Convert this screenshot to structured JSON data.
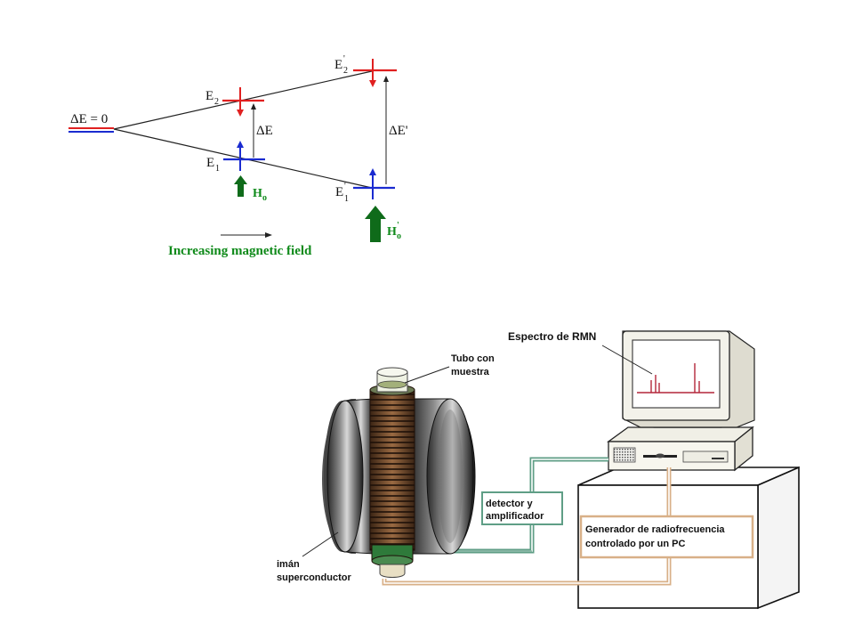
{
  "zeeman": {
    "delta_zero": "ΔE = 0",
    "e2": "E2",
    "e1": "E1",
    "e2_prime": "E'2",
    "e1_prime": "E'1",
    "delta_e": "ΔE",
    "delta_e_prime": "ΔE'",
    "h0": "Ho",
    "h0_prime": "H'o",
    "caption": "Increasing magnetic field",
    "colors": {
      "upper_level": "#e02020",
      "lower_level": "#1a2bd0",
      "field_arrow": "#0f6b1a",
      "caption": "#0f8a1a"
    }
  },
  "apparatus": {
    "spectrum_label": "Espectro de RMN",
    "tube_label": [
      "Tubo con",
      "muestra"
    ],
    "detector_label": [
      "detector y",
      "amplificador"
    ],
    "generator_label": [
      "Generador de radiofrecuencia",
      "controlado por un PC"
    ],
    "magnet_label": [
      "imán",
      "superconductor"
    ]
  }
}
